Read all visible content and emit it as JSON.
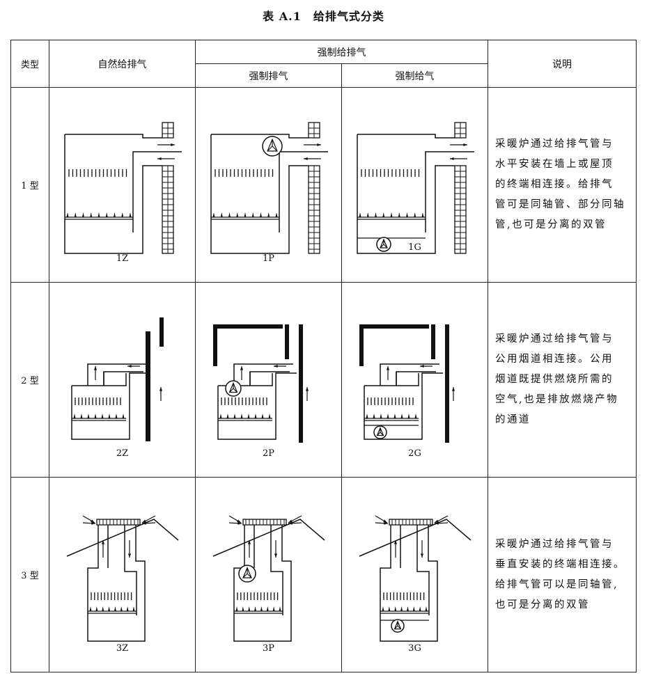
{
  "title": "表 A.1　给排气式分类",
  "headers": {
    "type": "类型",
    "natural": "自然给排气",
    "forced": "强制给排气",
    "forced_exhaust": "强制排气",
    "forced_supply": "强制给气",
    "description": "说明"
  },
  "rows": [
    {
      "type": "1 型",
      "labels": [
        "1Z",
        "1P",
        "1G"
      ],
      "description": [
        "采暖炉通过给排气管与",
        "水平安装在墙上或屋顶",
        "的终端相连接。给排气",
        "管可是同轴管、部分同轴",
        "管,也可是分离的双管"
      ]
    },
    {
      "type": "2 型",
      "labels": [
        "2Z",
        "2P",
        "2G"
      ],
      "description": [
        "采暖炉通过给排气管与",
        "公用烟道相连接。公用",
        "烟道既提供燃烧所需的",
        "空气,也是排放燃烧产物",
        "的通道"
      ]
    },
    {
      "type": "3 型",
      "labels": [
        "3Z",
        "3P",
        "3G"
      ],
      "description": [
        "采暖炉通过给排气管与",
        "垂直安装的终端相连接。",
        "给排气管可以是同轴管,",
        "也可是分离的双管"
      ]
    }
  ]
}
